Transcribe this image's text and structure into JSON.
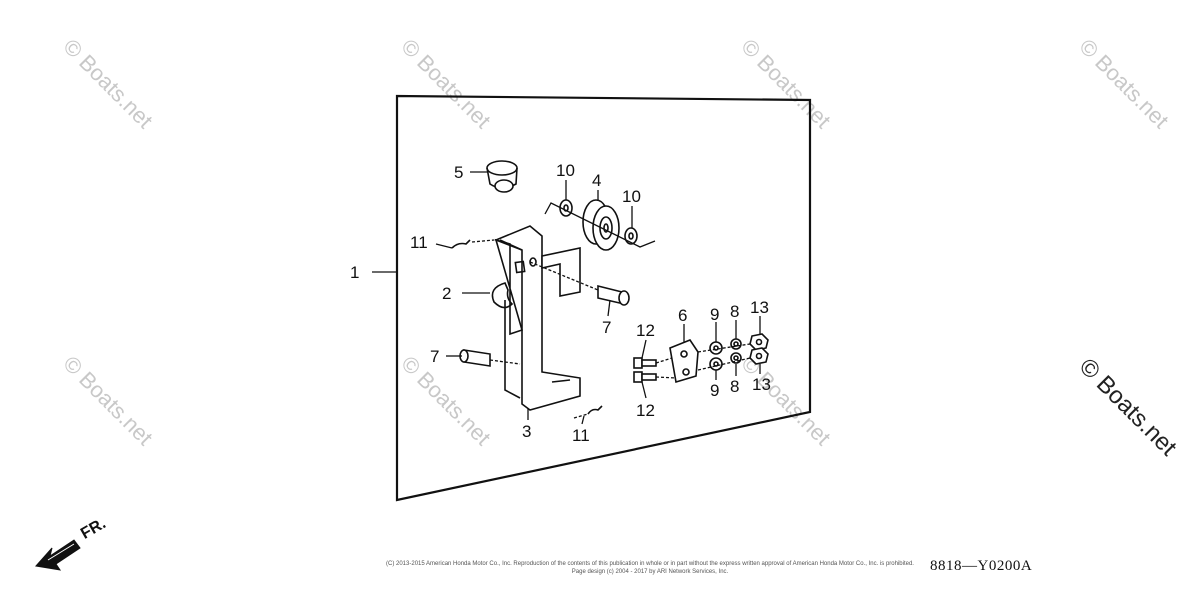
{
  "watermark": {
    "repeat_text": "© Boats.net",
    "corner_text": "© Boats.net"
  },
  "callouts": {
    "c1": "1",
    "c2": "2",
    "c3": "3",
    "c4": "4",
    "c5": "5",
    "c6": "6",
    "c7a": "7",
    "c7b": "7",
    "c8a": "8",
    "c8b": "8",
    "c9a": "9",
    "c9b": "9",
    "c10a": "10",
    "c10b": "10",
    "c11a": "11",
    "c11b": "11",
    "c12a": "12",
    "c12b": "12",
    "c13a": "13",
    "c13b": "13"
  },
  "front_indicator": "FR.",
  "footer": {
    "copyright_line1": "(C) 2013-2015 American Honda Motor Co., Inc. Reproduction of the contents of this publication in whole or in part without the express written approval of American Honda Motor Co., Inc. is prohibited.",
    "copyright_line2": "Page design (c) 2004 - 2017 by ARI Network Services, Inc.",
    "diagram_code": "8818—Y0200A"
  },
  "colors": {
    "line": "#111111",
    "watermark": "#c8c8c8",
    "background": "#ffffff"
  }
}
